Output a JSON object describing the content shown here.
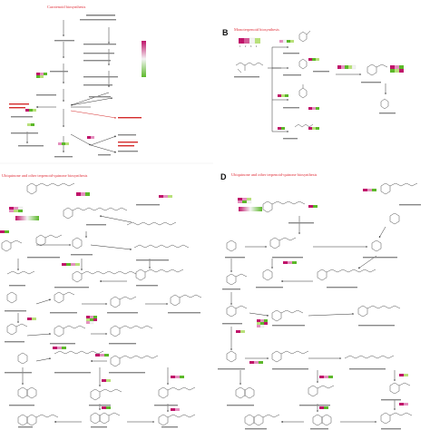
{
  "panels": [
    {
      "id": "A",
      "letter": "",
      "title": "Carotenoid biosynthesis"
    },
    {
      "id": "B",
      "letter": "B",
      "title": "Monoterpenoid biosynthesis"
    },
    {
      "id": "C",
      "letter": "",
      "title": "Ubiquinone and other terpenoid-quinone biosynthesis"
    },
    {
      "id": "D",
      "letter": "D",
      "title": "Ubiquinone and other terpenoid-quinone biosynthesis"
    }
  ],
  "colors": {
    "title": "#e0303a",
    "up": "#c0136a",
    "mid_up": "#e48fbf",
    "mid_down": "#b8e07a",
    "down": "#5cb82a",
    "neutral": "#f2f2f2",
    "arrow": "#333333",
    "highlight_arrow": "#d42b2b"
  },
  "color_scale": {
    "from": "#c0136a",
    "to": "#5cb82a"
  }
}
